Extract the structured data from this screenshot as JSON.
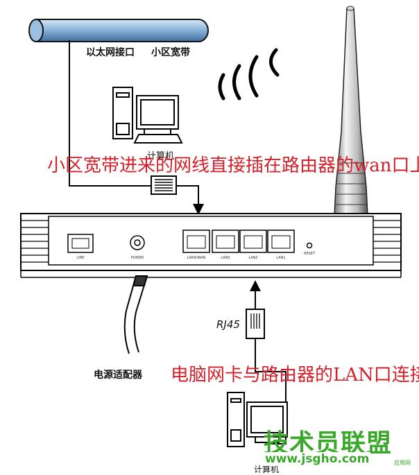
{
  "labels": {
    "ethernet_port": "以太网接口",
    "community_broadband": "小区宽带",
    "computer_top": "计算机",
    "rj45": "RJ45",
    "power_adapter": "电源适配器",
    "computer_bottom": "计算机"
  },
  "captions": {
    "wan_note": "小区宽带进来的网线直接插在路由器的wan口上",
    "lan_note": "电脑网卡与路由器的LAN口连接"
  },
  "router_ports": {
    "line": "LINE",
    "power": "POWER",
    "lan_wan": "LAN4/WAN",
    "lan3": "LAN3",
    "lan2": "LAN2",
    "lan1": "LAN1",
    "reset": "RESET"
  },
  "watermark": {
    "title": "技术员联盟",
    "url": "www.jsgho.com",
    "side": "应用网"
  },
  "colors": {
    "caption_red": "#d4202a",
    "watermark_green": "#3aa82a",
    "pipe_blue": "#8fb6dc"
  }
}
